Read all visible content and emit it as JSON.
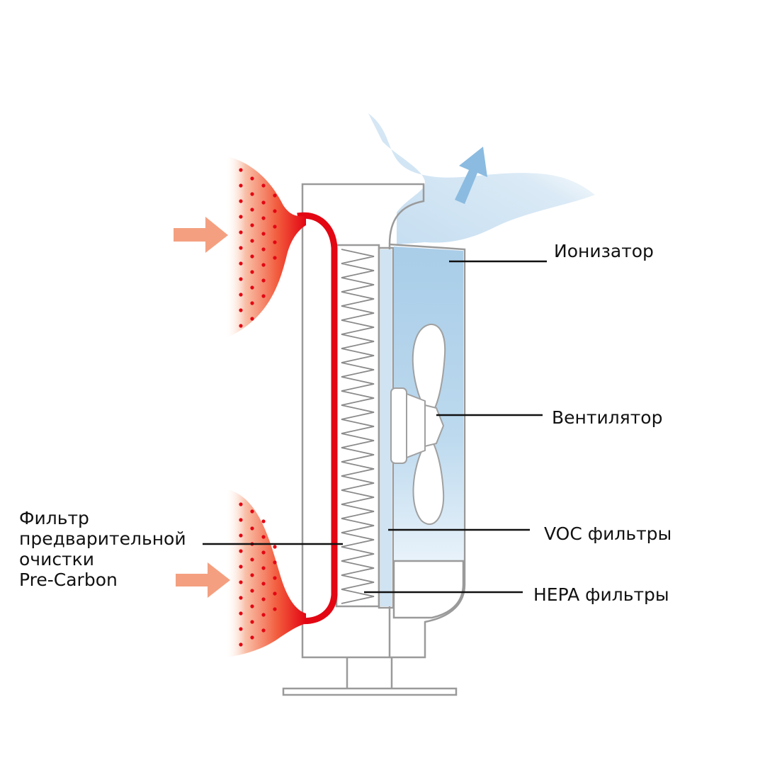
{
  "labels": {
    "ionizer": "Ионизатор",
    "fan": "Вентилятор",
    "voc": "VOC фильтры",
    "hepa": "HEPA фильтры",
    "prefilter": [
      "Фильтр",
      "предварительной",
      "очистки",
      "Pre-Carbon"
    ]
  },
  "colors": {
    "intake_air": "#e30613",
    "intake_arrow": "#f4a080",
    "outflow_air": "#a9cde8",
    "outflow_arrow": "#8bbbe0",
    "housing_outline": "#9a9a9a",
    "leader_line": "#111111"
  }
}
